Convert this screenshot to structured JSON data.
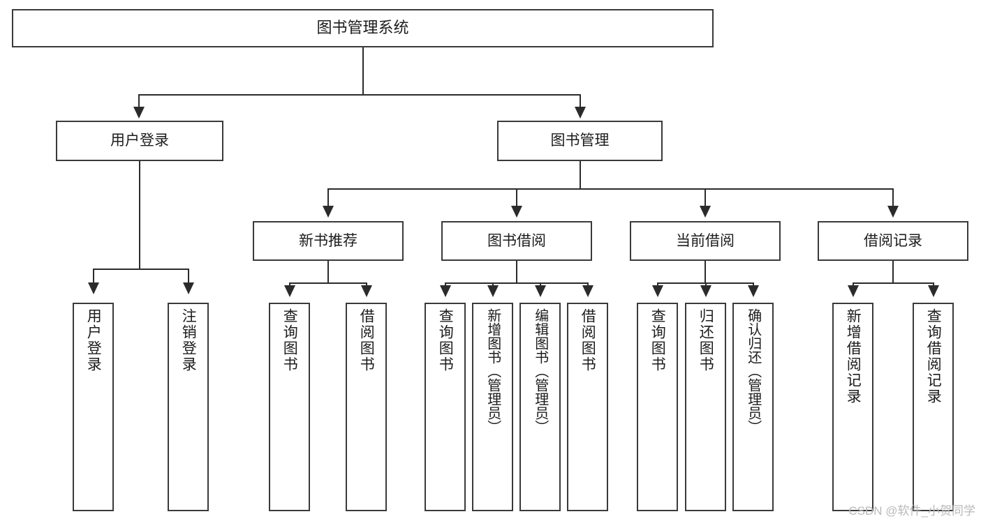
{
  "diagram": {
    "title": "图书管理系统",
    "type": "tree",
    "root": {
      "id": "root",
      "label": "图书管理系统"
    },
    "level2": [
      {
        "id": "user-login",
        "label": "用户登录"
      },
      {
        "id": "book-management",
        "label": "图书管理"
      }
    ],
    "level3": [
      {
        "id": "new-book-recommend",
        "label": "新书推荐",
        "parent": "book-management"
      },
      {
        "id": "book-borrow",
        "label": "图书借阅",
        "parent": "book-management"
      },
      {
        "id": "current-borrow",
        "label": "当前借阅",
        "parent": "book-management"
      },
      {
        "id": "borrow-record",
        "label": "借阅记录",
        "parent": "book-management"
      }
    ],
    "leaves": {
      "user-login": [
        {
          "id": "leaf-user-login",
          "label": "用户登录"
        },
        {
          "id": "leaf-user-logout",
          "label": "注销登录"
        }
      ],
      "new-book-recommend": [
        {
          "id": "leaf-query-book-1",
          "label": "查询图书"
        },
        {
          "id": "leaf-borrow-book-1",
          "label": "借阅图书"
        }
      ],
      "book-borrow": [
        {
          "id": "leaf-query-book-2",
          "label": "查询图书"
        },
        {
          "id": "leaf-add-book",
          "label": "新增图书（管理员）"
        },
        {
          "id": "leaf-edit-book",
          "label": "编辑图书（管理员）"
        },
        {
          "id": "leaf-borrow-book-2",
          "label": "借阅图书"
        }
      ],
      "current-borrow": [
        {
          "id": "leaf-query-book-3",
          "label": "查询图书"
        },
        {
          "id": "leaf-return-book",
          "label": "归还图书"
        },
        {
          "id": "leaf-confirm-return",
          "label": "确认归还（管理员）"
        }
      ],
      "borrow-record": [
        {
          "id": "leaf-add-record",
          "label": "新增借阅记录"
        },
        {
          "id": "leaf-query-record",
          "label": "查询借阅记录"
        }
      ]
    }
  },
  "watermark": {
    "text": "CSDN @软件_小贺同学"
  },
  "colors": {
    "stroke": "#3a3a3a",
    "connector": "#2b2b2b",
    "background": "#ffffff",
    "text": "#1c1c1c",
    "watermark": "#b9b9b9"
  }
}
